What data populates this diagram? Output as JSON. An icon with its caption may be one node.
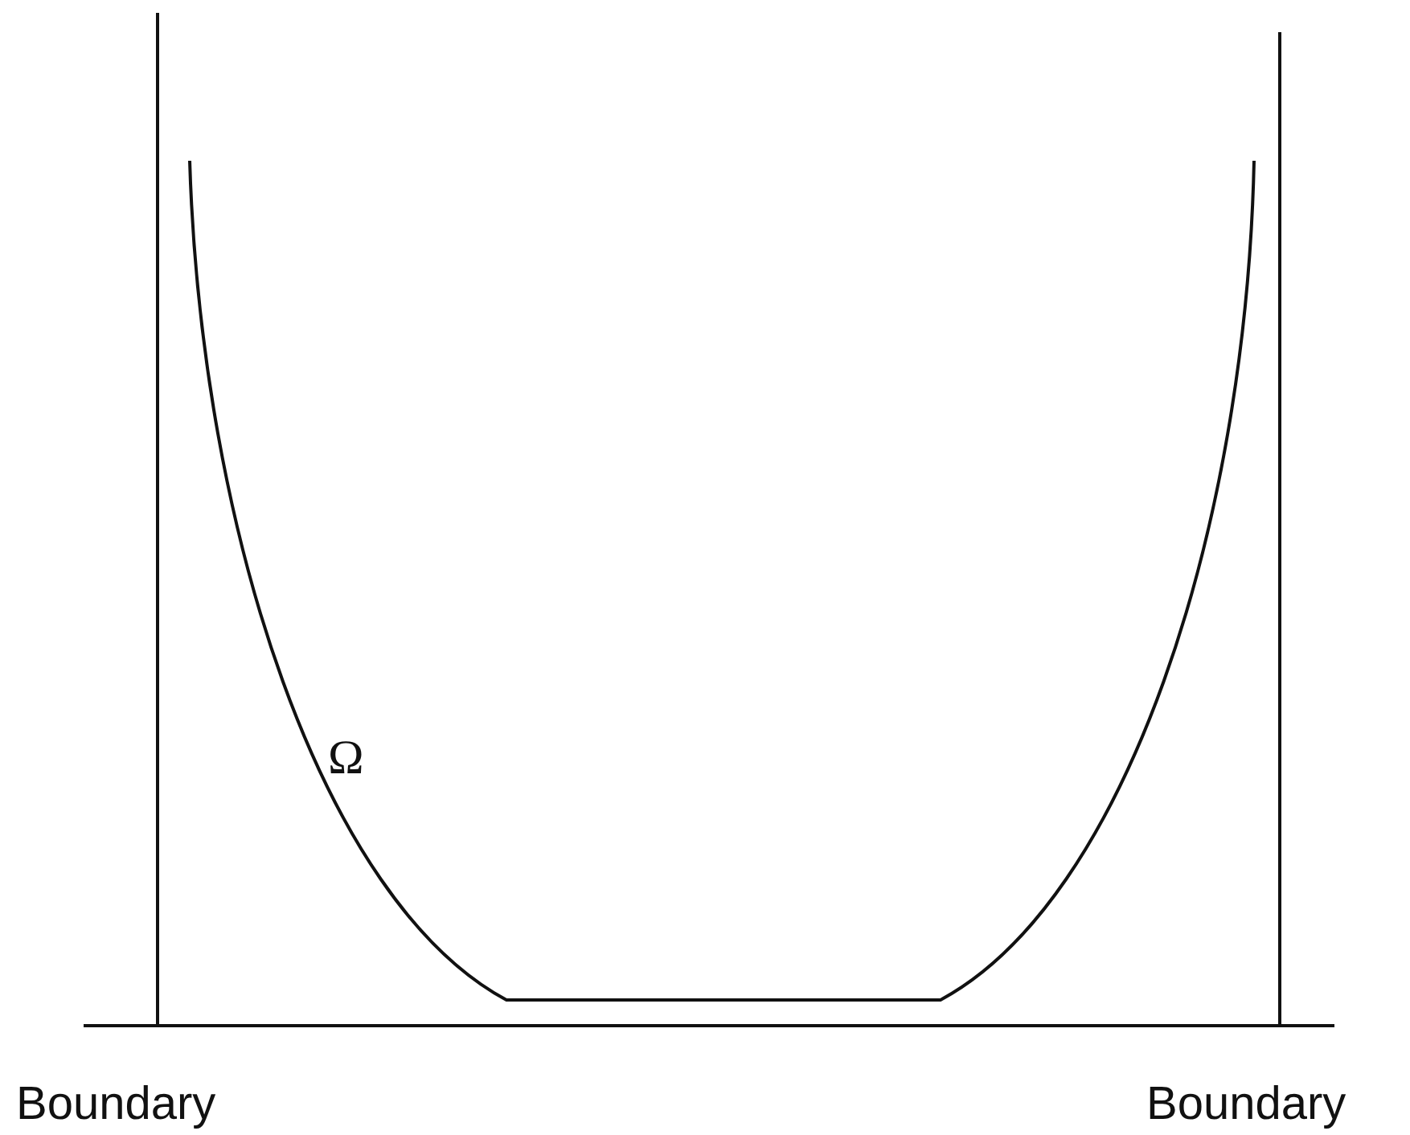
{
  "diagram": {
    "labels": [
      "Ω",
      "Boundary",
      "Boundary"
    ]
  }
}
